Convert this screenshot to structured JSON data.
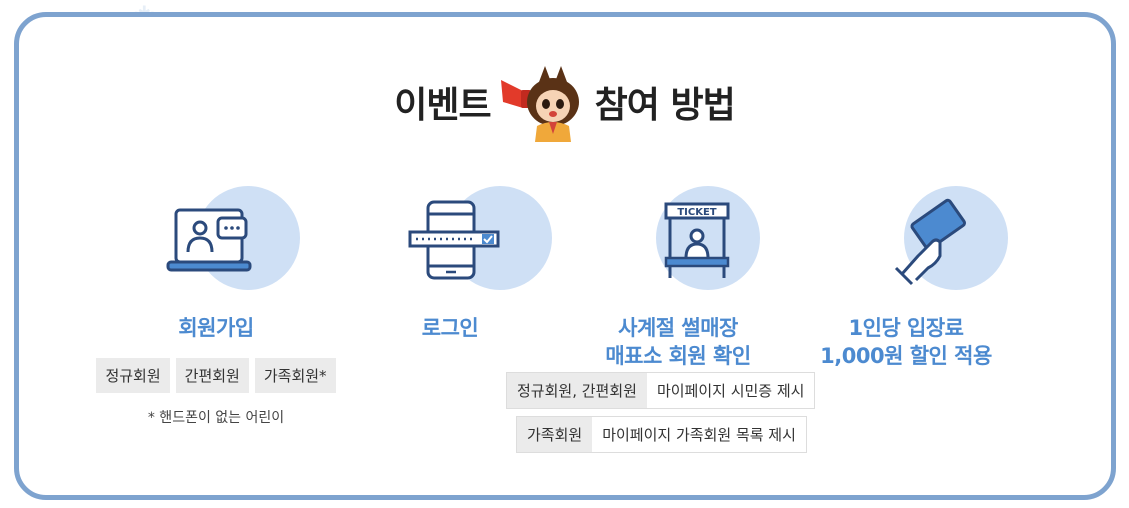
{
  "decor": {
    "snowflake_icon": "❄"
  },
  "title": {
    "before": "이벤트",
    "after": "참여 방법",
    "mascot_icon": "megaphone-mascot"
  },
  "steps": [
    {
      "label": "회원가입",
      "icon": "laptop-chat-icon",
      "chips": [
        "정규회원",
        "간편회원",
        "가족회원*"
      ],
      "note": "* 핸드폰이 없는 어린이"
    },
    {
      "label": "로그인",
      "icon": "phone-login-icon"
    },
    {
      "label_line1": "사계절 썰매장",
      "label_line2": "매표소 회원 확인",
      "icon": "ticket-booth-icon",
      "rows": [
        {
          "key": "정규회원, 간편회원",
          "value": "마이페이지 시민증 제시"
        },
        {
          "key": "가족회원",
          "value": "마이페이지 가족회원 목록 제시"
        }
      ]
    },
    {
      "label_line1": "1인당 입장료",
      "label_line2": "1,000원 할인 적용",
      "icon": "hand-card-icon"
    }
  ],
  "colors": {
    "accent": "#4c8ad0",
    "border": "#7ea3cf",
    "circle": "#cfe0f5",
    "icon_stroke": "#2b4a7c"
  }
}
